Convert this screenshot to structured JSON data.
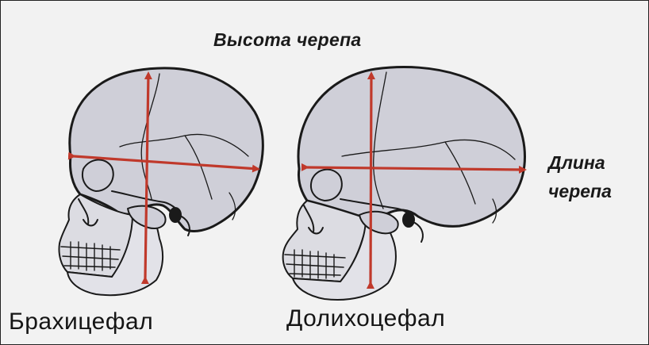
{
  "labels": {
    "skull_height": "Высота черепа",
    "skull_length_line1": "Длина",
    "skull_length_line2": "черепа",
    "brachycephal": "Брахицефал",
    "dolichocephal": "Долихоцефал"
  },
  "colors": {
    "arrow": "#c0392b",
    "skull_fill": "#cfcfd8",
    "outline": "#1a1a1a",
    "background": "#f2f2f2"
  }
}
